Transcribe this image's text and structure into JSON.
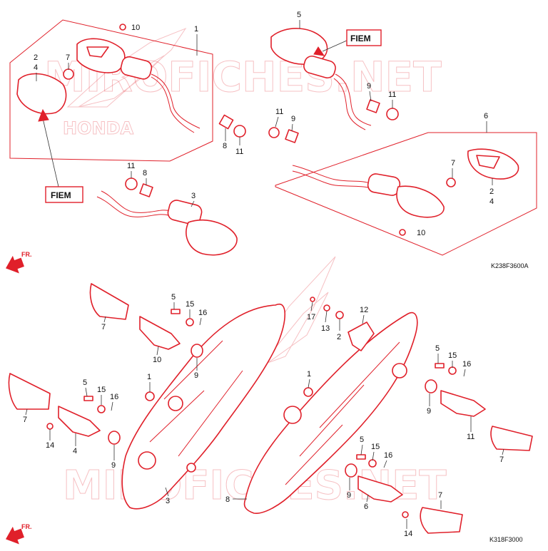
{
  "watermark": "MIROFICHES.NET",
  "watermark_emblem": "HONDA",
  "callouts": [
    "FIEM",
    "FIEM"
  ],
  "direction": "FR.",
  "codes": {
    "top": "K238F3600A",
    "bottom": "K318F3000"
  },
  "labels_top": {
    "l1": "1",
    "l2": "2",
    "l4": "4",
    "l7": "7",
    "l10": "10",
    "l5": "5",
    "l9": "9",
    "l11": "11",
    "l8a": "8",
    "l11a": "11",
    "l11b": "11",
    "l9b": "9",
    "l6": "6",
    "l7b": "7",
    "l2b": "2",
    "l4b": "4",
    "l10b": "10",
    "l11c": "11",
    "l8c": "8",
    "l3": "3"
  },
  "labels_bottom": {
    "b7a": "7",
    "b5a": "5",
    "b15a": "15",
    "b16a": "16",
    "b10": "10",
    "b9a": "9",
    "b1a": "1",
    "b7b": "7",
    "b5b": "5",
    "b15b": "15",
    "b16b": "16",
    "b14a": "14",
    "b4": "4",
    "b9b": "9",
    "b3": "3",
    "b17": "17",
    "b13": "13",
    "b2": "2",
    "b12": "12",
    "b5c": "5",
    "b15c": "15",
    "b16c": "16",
    "b9c": "9",
    "b11": "11",
    "b7c": "7",
    "b1b": "1",
    "b5d": "5",
    "b15d": "15",
    "b16d": "16",
    "b8": "8",
    "b9d": "9",
    "b6": "6",
    "b7d": "7",
    "b14b": "14"
  }
}
